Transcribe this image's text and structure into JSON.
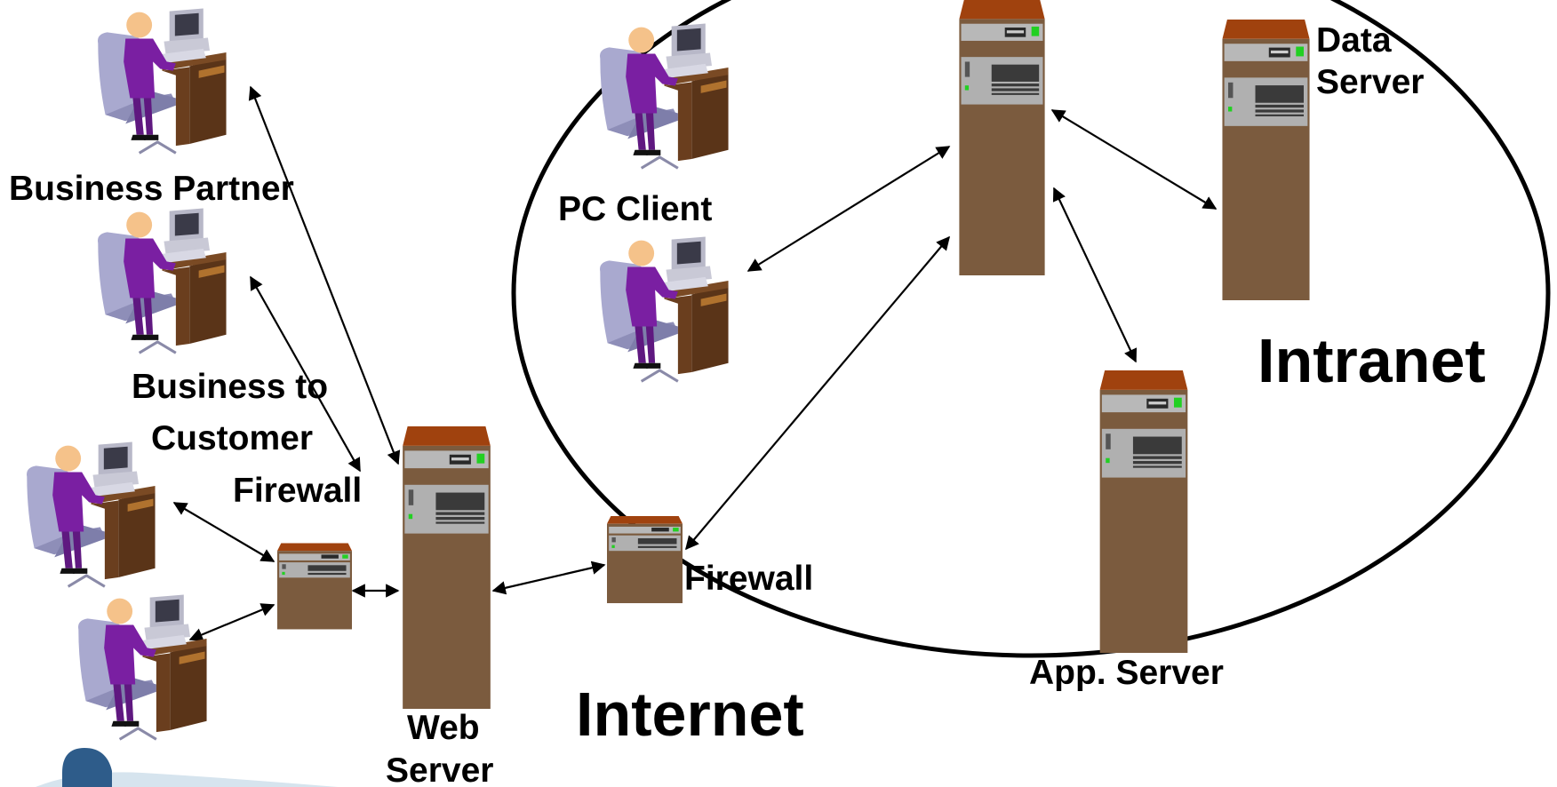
{
  "labels": {
    "business_partner": "Business Partner",
    "business_to": "Business to",
    "customer": "Customer",
    "firewall_left": "Firewall",
    "pc_client": "PC Client",
    "firewall_right": "Firewall",
    "data": "Data",
    "server": "Server",
    "intranet": "Intranet",
    "app_server": "App. Server",
    "internet": "Internet",
    "web": "Web",
    "web_server_server": "Server"
  },
  "colors": {
    "server_body": "#7B5B3E",
    "server_cap": "#A0420E",
    "chair": "#A9A9CF",
    "person_shirt": "#7A1FA2",
    "skin": "#F5C28A",
    "desk": "#5A3418",
    "monitor": "#C9C9D6",
    "accent_green": "#22D022",
    "logo_blue": "#2E5C8A"
  },
  "icons": {
    "workstation": "user-at-computer-icon",
    "tower_server": "tower-server-icon",
    "firewall_box": "firewall-box-icon"
  }
}
